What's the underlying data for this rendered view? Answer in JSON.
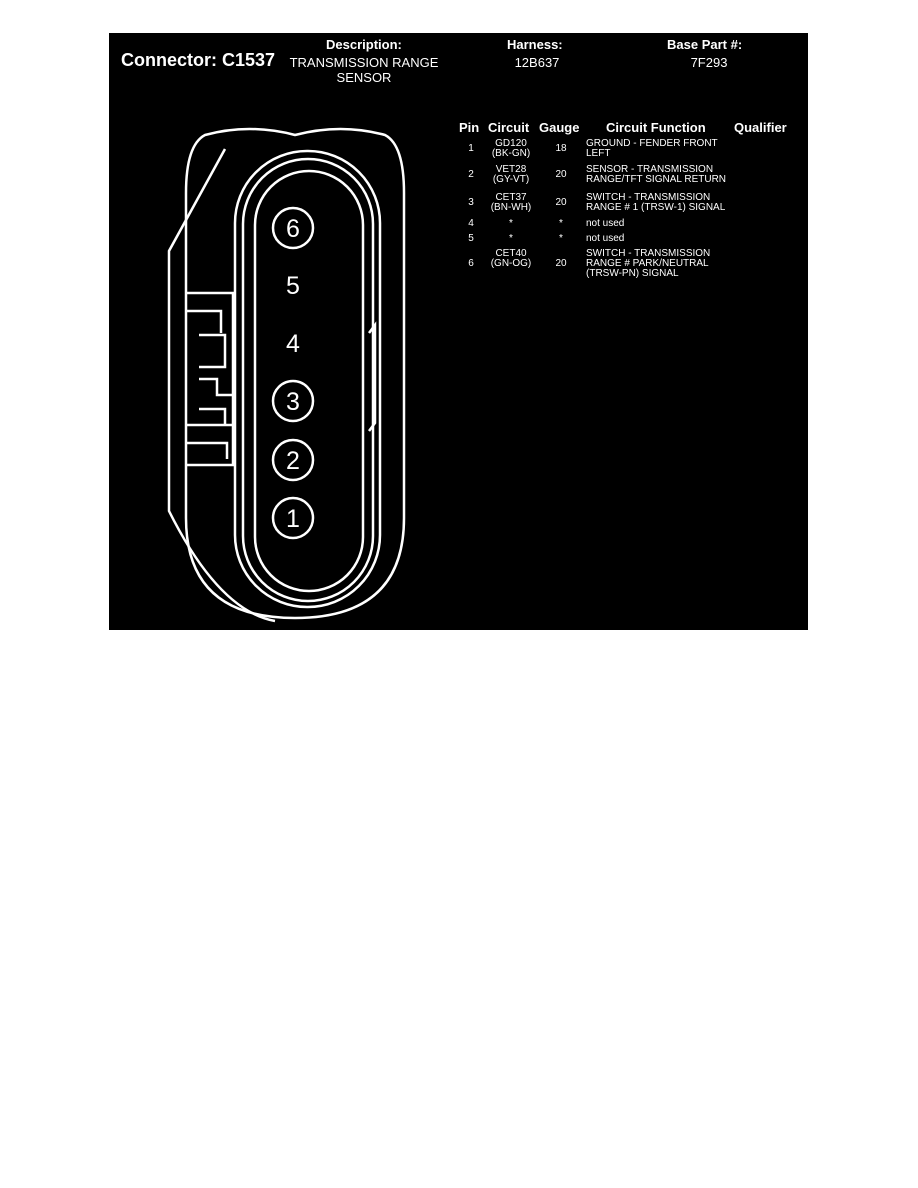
{
  "connector": {
    "label": "Connector: C1537"
  },
  "header": {
    "description_label": "Description:",
    "description_line1": "TRANSMISSION RANGE",
    "description_line2": "SENSOR",
    "harness_label": "Harness:",
    "harness_value": "12B637",
    "base_part_label": "Base Part #:",
    "base_part_value": "7F293"
  },
  "table": {
    "columns": [
      "Pin",
      "Circuit",
      "Gauge",
      "Circuit Function",
      "Qualifier"
    ],
    "rows": [
      {
        "pin": "1",
        "circuit": [
          "GD120",
          "(BK-GN)"
        ],
        "gauge": "18",
        "function": [
          "GROUND - FENDER FRONT",
          "LEFT"
        ],
        "qualifier": ""
      },
      {
        "pin": "2",
        "circuit": [
          "VET28",
          "(GY-VT)"
        ],
        "gauge": "20",
        "function": [
          "SENSOR - TRANSMISSION",
          "RANGE/TFT SIGNAL RETURN"
        ],
        "qualifier": ""
      },
      {
        "pin": "3",
        "circuit": [
          "CET37",
          "(BN-WH)"
        ],
        "gauge": "20",
        "function": [
          "SWITCH - TRANSMISSION",
          "RANGE # 1 (TRSW-1) SIGNAL"
        ],
        "qualifier": ""
      },
      {
        "pin": "4",
        "circuit": [
          "*"
        ],
        "gauge": "*",
        "function": [
          "not used"
        ],
        "qualifier": ""
      },
      {
        "pin": "5",
        "circuit": [
          "*"
        ],
        "gauge": "*",
        "function": [
          "not used"
        ],
        "qualifier": ""
      },
      {
        "pin": "6",
        "circuit": [
          "CET40",
          "(GN-OG)"
        ],
        "gauge": "20",
        "function": [
          "SWITCH - TRANSMISSION",
          "RANGE # PARK/NEUTRAL",
          "(TRSW-PN) SIGNAL"
        ],
        "qualifier": ""
      }
    ]
  },
  "pins": [
    {
      "number": "6",
      "circled": true
    },
    {
      "number": "5",
      "circled": false
    },
    {
      "number": "4",
      "circled": false
    },
    {
      "number": "3",
      "circled": true
    },
    {
      "number": "2",
      "circled": true
    },
    {
      "number": "1",
      "circled": true
    }
  ]
}
